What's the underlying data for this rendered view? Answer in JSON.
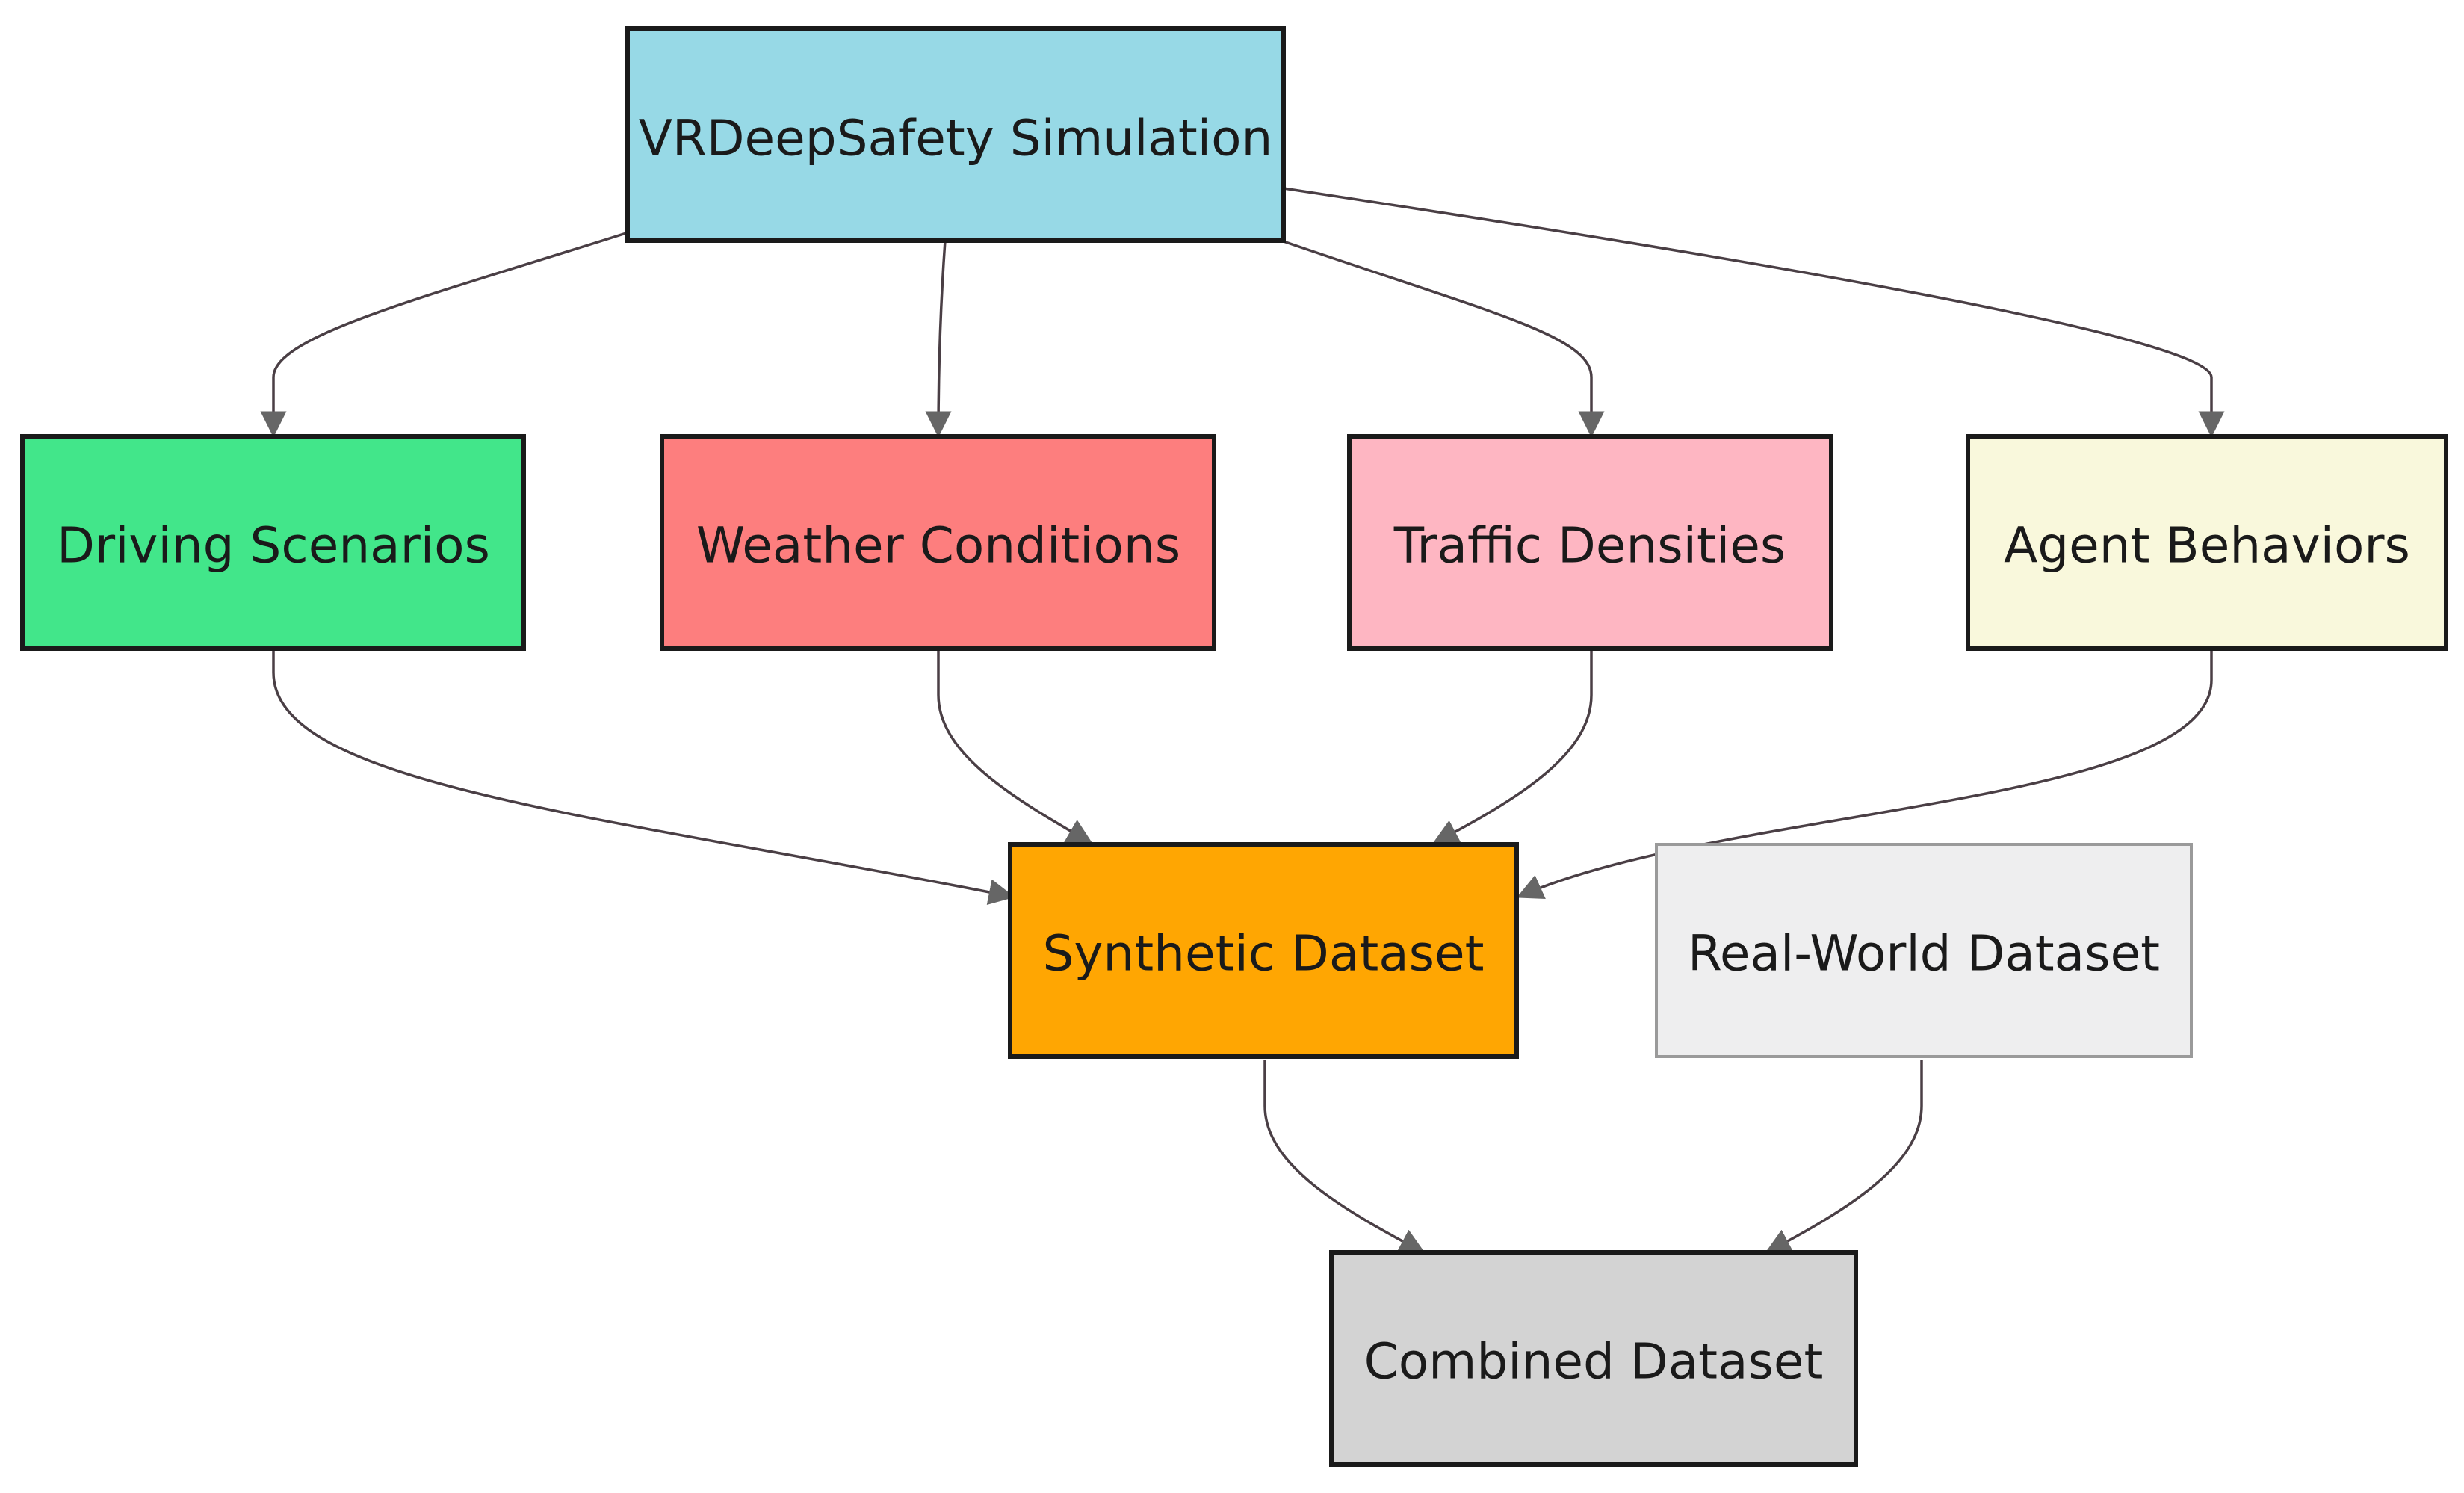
{
  "nodes": [
    {
      "id": "sim",
      "label": "VRDeepSafety Simulation",
      "fill": "#97d9e6",
      "stroke": "#1a1a1a"
    },
    {
      "id": "driving",
      "label": "Driving Scenarios",
      "fill": "#42e68a",
      "stroke": "#1a1a1a"
    },
    {
      "id": "weather",
      "label": "Weather Conditions",
      "fill": "#fd7e7e",
      "stroke": "#1a1a1a"
    },
    {
      "id": "traffic",
      "label": "Traffic Densities",
      "fill": "#feb6c2",
      "stroke": "#1a1a1a"
    },
    {
      "id": "agent",
      "label": "Agent Behaviors",
      "fill": "#f9f8dc",
      "stroke": "#1a1a1a"
    },
    {
      "id": "synthetic",
      "label": "Synthetic Dataset",
      "fill": "#ffa602",
      "stroke": "#1a1a1a"
    },
    {
      "id": "realworld",
      "label": "Real-World Dataset",
      "fill": "#eeeeef",
      "stroke": "#9a9a9a"
    },
    {
      "id": "combined",
      "label": "Combined Dataset",
      "fill": "#d3d3d3",
      "stroke": "#1a1a1a"
    }
  ],
  "edges": [
    {
      "from": "sim",
      "to": "driving"
    },
    {
      "from": "sim",
      "to": "weather"
    },
    {
      "from": "sim",
      "to": "traffic"
    },
    {
      "from": "sim",
      "to": "agent"
    },
    {
      "from": "driving",
      "to": "synthetic"
    },
    {
      "from": "weather",
      "to": "synthetic"
    },
    {
      "from": "traffic",
      "to": "synthetic"
    },
    {
      "from": "agent",
      "to": "synthetic"
    },
    {
      "from": "synthetic",
      "to": "combined"
    },
    {
      "from": "realworld",
      "to": "combined"
    }
  ],
  "colors": {
    "edge": "#4a3f45",
    "arrowhead": "#666666"
  }
}
